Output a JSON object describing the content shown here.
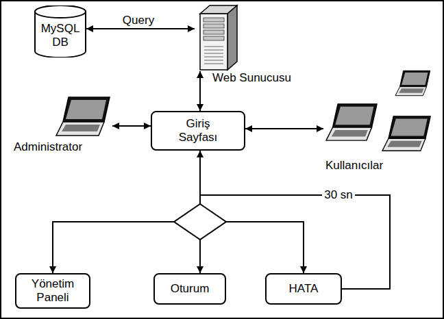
{
  "diagram": {
    "nodes": [
      {
        "text": [
          "MySQL DB"
        ]
      },
      {
        "text": [
          "Web Sunucusu"
        ]
      },
      {
        "text": [
          "Administrator"
        ]
      },
      {
        "text": [
          "Giriş Sayfası"
        ]
      },
      {
        "text": [
          "Kullanıcılar"
        ]
      },
      {
        "text": [
          "Yönetim Paneli"
        ]
      },
      {
        "text": [
          "Oturum"
        ]
      },
      {
        "text": [
          "HATA"
        ]
      }
    ],
    "edges": [
      {
        "from": 0,
        "to": 1,
        "arrow": "both",
        "label": "Query"
      },
      {
        "from": 1,
        "to": 3,
        "arrow": "both"
      },
      {
        "from": 2,
        "to": 3,
        "arrow": "both"
      },
      {
        "from": 3,
        "to": 4,
        "arrow": "both"
      },
      {
        "from": 3,
        "to": 5,
        "arrow": "to"
      },
      {
        "from": 3,
        "to": 6,
        "arrow": "to"
      },
      {
        "from": 3,
        "to": 7,
        "arrow": "to"
      },
      {
        "from": 7,
        "to": 3,
        "arrow": "to",
        "label": "30 sn"
      }
    ]
  }
}
